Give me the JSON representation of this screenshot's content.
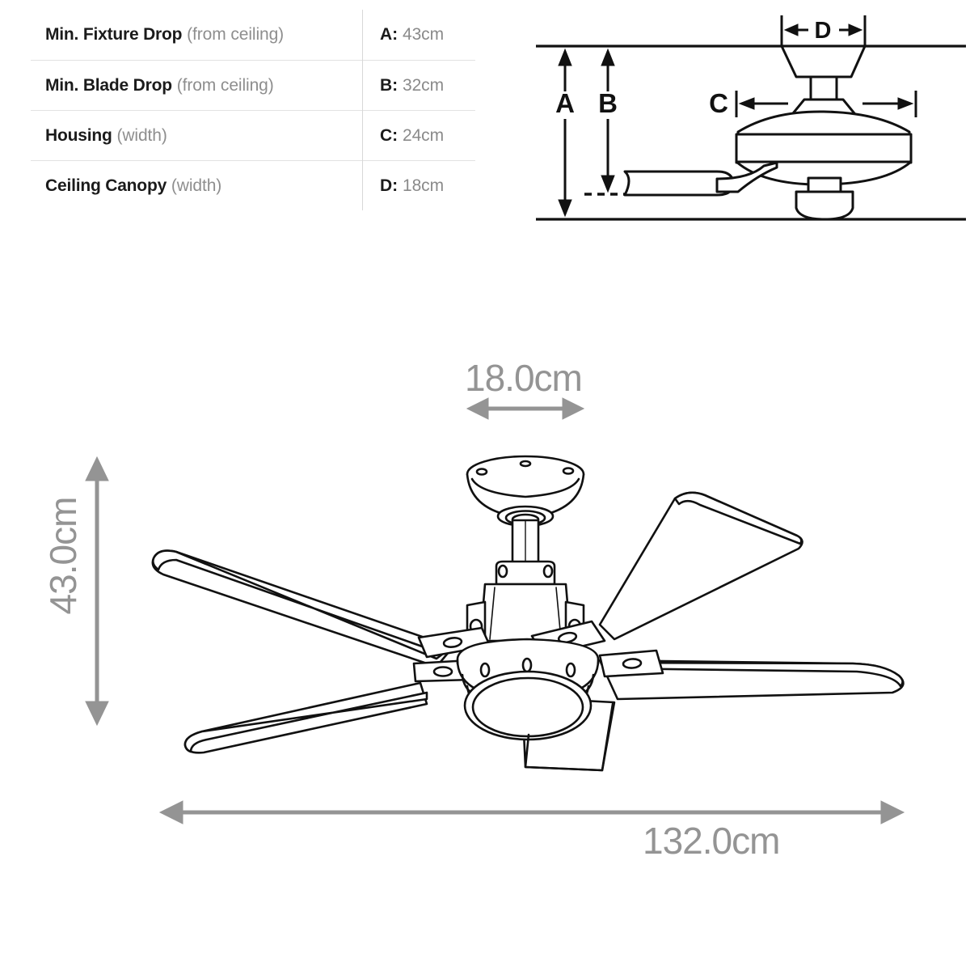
{
  "spec_table": {
    "rows": [
      {
        "label_bold": "Min. Fixture Drop",
        "label_sub": "(from ceiling)",
        "key": "A:",
        "value": "43cm"
      },
      {
        "label_bold": "Min. Blade Drop",
        "label_sub": "(from ceiling)",
        "key": "B:",
        "value": "32cm"
      },
      {
        "label_bold": "Housing",
        "label_sub": "(width)",
        "key": "C:",
        "value": "24cm"
      },
      {
        "label_bold": "Ceiling Canopy",
        "label_sub": "(width)",
        "key": "D:",
        "value": "18cm"
      }
    ]
  },
  "side_view_diagram": {
    "labels": {
      "a": "A",
      "b": "B",
      "c": "C",
      "d": "D"
    },
    "description": "ceiling fan side elevation with ceiling line, floor line, canopy, downrod, motor housing, blade and light kit"
  },
  "main_illustration": {
    "dimensions": {
      "canopy_width": "18.0cm",
      "fixture_height": "43.0cm",
      "blade_span": "132.0cm"
    },
    "description": "three-quarter perspective line drawing of a five-blade ceiling fan with downrod, motor housing and light kit"
  },
  "colors": {
    "line_dark": "#111111",
    "dimension_gray": "#949494",
    "label_bold": "#1b1b1b",
    "label_sub": "#8e8e8e",
    "value_gray": "#8a8a8a",
    "divider": "#e2e2e2"
  }
}
